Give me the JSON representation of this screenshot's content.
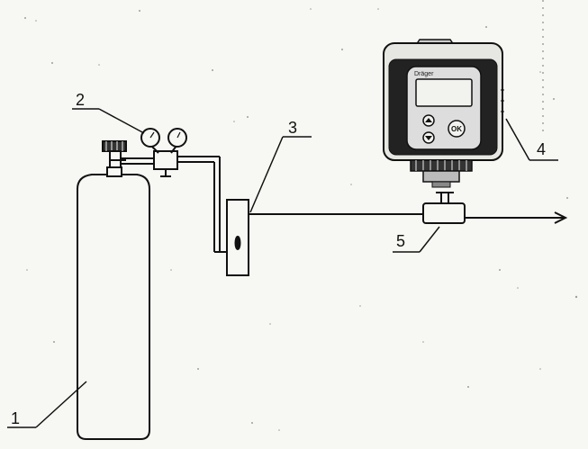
{
  "callouts": {
    "c1": "1",
    "c2": "2",
    "c3": "3",
    "c4": "4",
    "c5": "5"
  },
  "device": {
    "brand": "Dräger",
    "ok_button": "OK"
  }
}
